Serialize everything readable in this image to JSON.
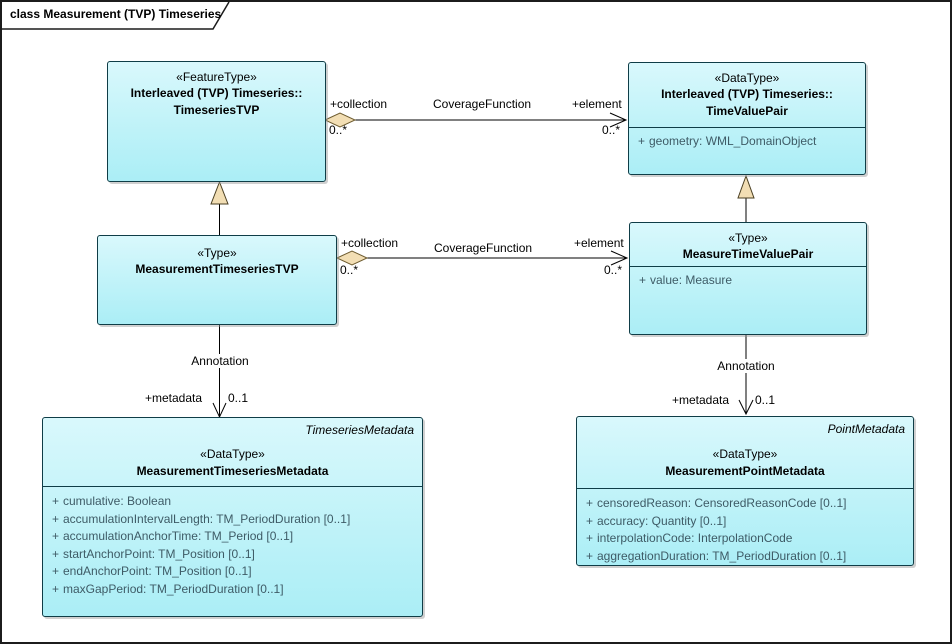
{
  "diagram": {
    "title": "class Measurement (TVP) Timeseries"
  },
  "colors": {
    "class_fill": "#c9f4f9",
    "class_border": "#0f3d47",
    "attribute_text": "#3e5b66",
    "connector_line": "#000000",
    "aggregation_diamond_fill": "#f2deb4",
    "generalization_arrow_fill": "#f2deb4"
  },
  "classes": {
    "timeseries_tvp": {
      "stereotype": "«FeatureType»",
      "name_line1": "Interleaved (TVP) Timeseries::",
      "name_line2": "TimeseriesTVP"
    },
    "time_value_pair": {
      "stereotype": "«DataType»",
      "name_line1": "Interleaved (TVP) Timeseries::",
      "name_line2": "TimeValuePair",
      "attributes": [
        {
          "vis": "+",
          "text": "geometry: WML_DomainObject"
        }
      ]
    },
    "measurement_timeseries_tvp": {
      "stereotype": "«Type»",
      "name": "MeasurementTimeseriesTVP"
    },
    "measure_time_value_pair": {
      "stereotype": "«Type»",
      "name": "MeasureTimeValuePair",
      "attributes": [
        {
          "vis": "+",
          "text": "value: Measure"
        }
      ]
    },
    "measurement_timeseries_metadata": {
      "tag": "TimeseriesMetadata",
      "stereotype": "«DataType»",
      "name": "MeasurementTimeseriesMetadata",
      "attributes": [
        {
          "vis": "+",
          "text": "cumulative: Boolean"
        },
        {
          "vis": "+",
          "text": "accumulationIntervalLength: TM_PeriodDuration [0..1]"
        },
        {
          "vis": "+",
          "text": "accumulationAnchorTime: TM_Period [0..1]"
        },
        {
          "vis": "+",
          "text": "startAnchorPoint: TM_Position [0..1]"
        },
        {
          "vis": "+",
          "text": "endAnchorPoint: TM_Position [0..1]"
        },
        {
          "vis": "+",
          "text": "maxGapPeriod: TM_PeriodDuration [0..1]"
        }
      ]
    },
    "measurement_point_metadata": {
      "tag": "PointMetadata",
      "stereotype": "«DataType»",
      "name": "MeasurementPointMetadata",
      "attributes": [
        {
          "vis": "+",
          "text": "censoredReason: CensoredReasonCode [0..1]"
        },
        {
          "vis": "+",
          "text": "accuracy: Quantity [0..1]"
        },
        {
          "vis": "+",
          "text": "interpolationCode: InterpolationCode"
        },
        {
          "vis": "+",
          "text": "aggregationDuration: TM_PeriodDuration [0..1]"
        }
      ]
    }
  },
  "connectors": {
    "coverage_top": {
      "name": "CoverageFunction",
      "source_role": "+collection",
      "source_card": "0..*",
      "target_role": "+element",
      "target_card": "0..*"
    },
    "coverage_middle": {
      "name": "CoverageFunction",
      "source_role": "+collection",
      "source_card": "0..*",
      "target_role": "+element",
      "target_card": "0..*"
    },
    "annotation_left": {
      "name": "Annotation",
      "target_role": "+metadata",
      "target_card": "0..1"
    },
    "annotation_right": {
      "name": "Annotation",
      "target_role": "+metadata",
      "target_card": "0..1"
    }
  }
}
